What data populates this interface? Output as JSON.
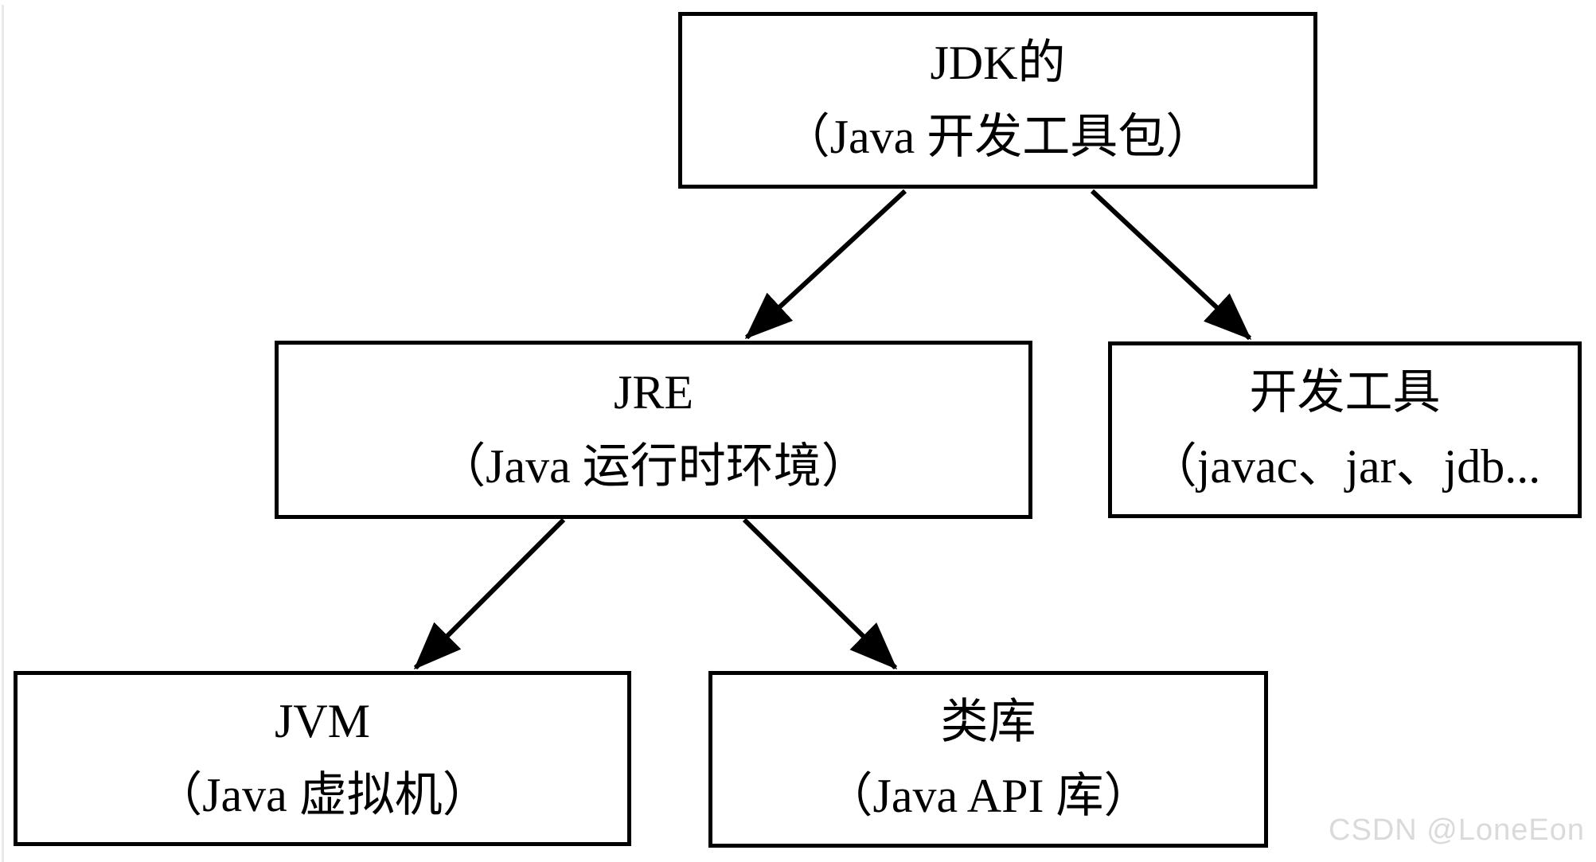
{
  "diagram": {
    "nodes": {
      "jdk": {
        "title": "JDK的",
        "subtitle": "（Java 开发工具包）"
      },
      "jre": {
        "title": "JRE",
        "subtitle": "（Java 运行时环境）"
      },
      "devtools": {
        "title": "开发工具",
        "subtitle": "（javac、jar、jdb..."
      },
      "jvm": {
        "title": "JVM",
        "subtitle": "（Java 虚拟机）"
      },
      "classlib": {
        "title": "类库",
        "subtitle": "（Java API 库）"
      }
    },
    "edges": [
      {
        "from": "jdk",
        "to": "jre"
      },
      {
        "from": "jdk",
        "to": "devtools"
      },
      {
        "from": "jre",
        "to": "jvm"
      },
      {
        "from": "jre",
        "to": "classlib"
      }
    ],
    "colors": {
      "box_border": "#000000",
      "box_background": "#ffffff",
      "text": "#000000",
      "watermark": "#dadada"
    }
  },
  "watermark": {
    "text": "CSDN @LoneEon"
  }
}
